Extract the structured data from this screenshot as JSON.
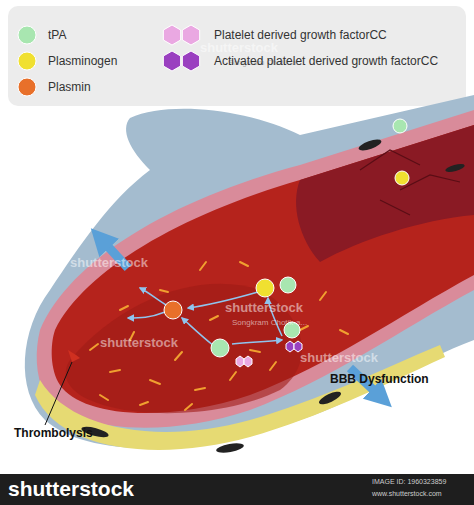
{
  "diagram": {
    "labels": [
      "Thrombolysis",
      "BBB Dysfunction",
      "shutterstock",
      "shutterstock",
      "shutterstock",
      "shutterstock",
      "shutterstock",
      "Songkram Chotik-a...",
      "Songkram Chotik-a...",
      "shutterstock",
      "IMAGE ID: 1960323859",
      "www.shutterstock.com"
    ],
    "legend": [
      {
        "text": "tPA",
        "color": "#a8e6b0"
      },
      {
        "text": "Plasminogen",
        "color": "#f0e030"
      },
      {
        "text": "Plasmin",
        "color": "#e8702a"
      },
      {
        "text": "Platelet derived growth factorCC",
        "color": "#eaa8e2"
      },
      {
        "text": "Activated platelet derived growth factorCC",
        "color": "#9a3fc0"
      }
    ]
  }
}
